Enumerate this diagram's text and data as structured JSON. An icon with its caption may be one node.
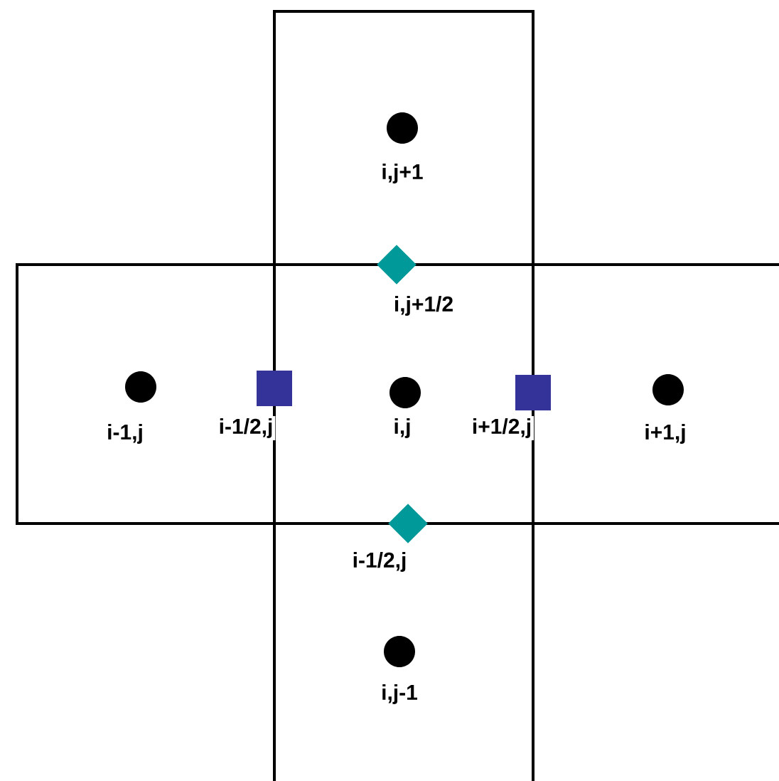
{
  "diagram": {
    "nodes": [
      {
        "text": [],
        "shape": "circle",
        "beside": [
          "i,j+1"
        ]
      },
      {
        "text": [],
        "shape": "diamond",
        "beside": [
          "i,j+1/2"
        ]
      },
      {
        "text": [],
        "shape": "circle",
        "beside": [
          "i-1,j"
        ]
      },
      {
        "text": [],
        "shape": "box",
        "beside": [
          "i-1/2,j"
        ]
      },
      {
        "text": [],
        "shape": "circle",
        "beside": [
          "i,j"
        ]
      },
      {
        "text": [],
        "shape": "box",
        "beside": [
          "i+1/2,j"
        ]
      },
      {
        "text": [],
        "shape": "circle",
        "beside": [
          "i+1,j"
        ]
      },
      {
        "text": [],
        "shape": "diamond",
        "beside": [
          "i-1/2,j"
        ]
      },
      {
        "text": [],
        "shape": "circle",
        "beside": [
          "i,j-1"
        ]
      }
    ]
  }
}
